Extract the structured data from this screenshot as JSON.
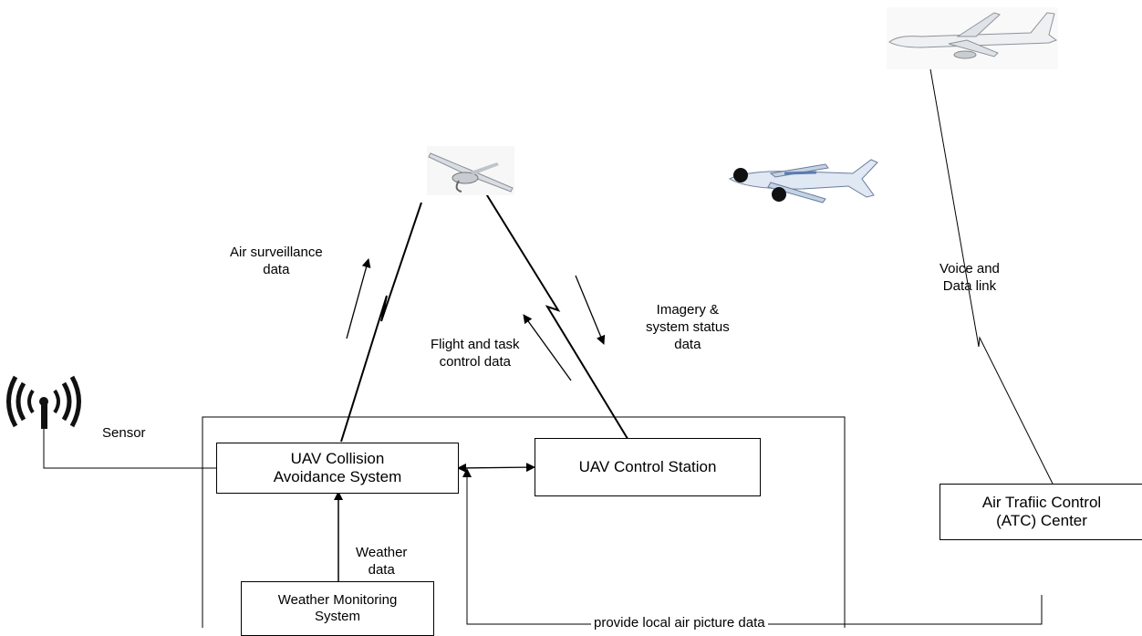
{
  "boxes": {
    "collision_avoidance": [
      "UAV Collision",
      "Avoidance System"
    ],
    "control_station": "UAV Control Station",
    "weather_monitoring": [
      "Weather Monitoring",
      "System"
    ],
    "atc_center": [
      "Air Trafiic Control",
      "(ATC) Center"
    ]
  },
  "labels": {
    "sensor": "Sensor",
    "air_surveillance": [
      "Air surveillance",
      "data"
    ],
    "flight_task_control": [
      "Flight and task",
      "control data"
    ],
    "imagery_status": [
      "Imagery &",
      "system status",
      "data"
    ],
    "voice_data_link": [
      "Voice and",
      "Data link"
    ],
    "weather_data": [
      "Weather",
      "data"
    ],
    "local_air_picture": "provide local air picture data"
  },
  "icons": [
    "sensor-antenna-icon",
    "uav-glider-icon",
    "light-aircraft-icon",
    "airliner-icon"
  ]
}
